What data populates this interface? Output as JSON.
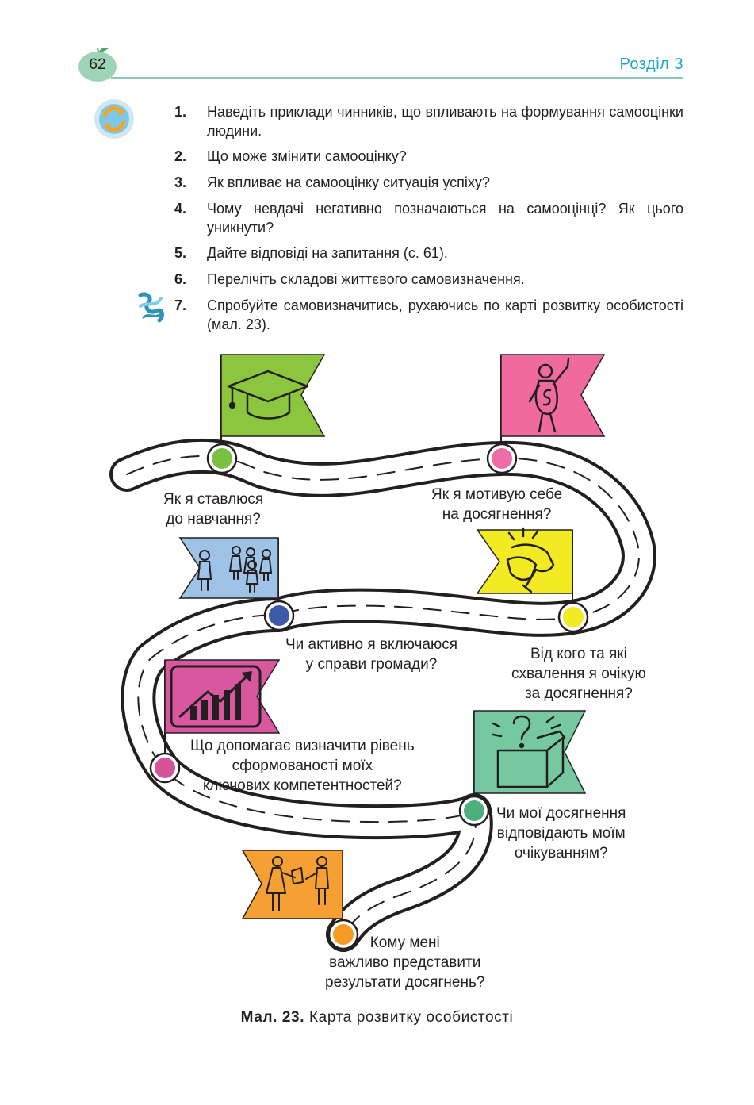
{
  "header": {
    "page_number": "62",
    "section": "Розділ 3"
  },
  "questions": [
    {
      "num": "1.",
      "text": "Наведіть приклади чинників, що впливають на формування самооцінки людини."
    },
    {
      "num": "2.",
      "text": "Що може змінити самооцінку?"
    },
    {
      "num": "3.",
      "text": "Як впливає на самооцінку ситуація успіху?"
    },
    {
      "num": "4.",
      "text": "Чому невдачі негативно позначаються на самооцінці? Як цього уникнути?"
    },
    {
      "num": "5.",
      "text": "Дайте відповіді на запитання (с. 61)."
    },
    {
      "num": "6.",
      "text": "Перелічіть складові життєвого самовизначення."
    },
    {
      "num": "7.",
      "text": "Спробуйте самовизначитись, рухаючись по карті розвитку особистості (мал. 23)."
    }
  ],
  "map": {
    "stops": [
      {
        "color": "#7ac143",
        "lines": [
          "Як я ставлюся",
          "до навчання?"
        ],
        "icon": "graduation-cap-icon"
      },
      {
        "color": "#ee6da6",
        "lines": [
          "Як я мотивую себе",
          "на досягнення?"
        ],
        "icon": "superhero-person-icon"
      },
      {
        "color": "#f2ea22",
        "lines": [
          "Від кого та які",
          "схвалення я очікую",
          "за досягнення?"
        ],
        "icon": "clapping-hands-icon"
      },
      {
        "color": "#3d5aa8",
        "lines": [
          "Чи активно я включаюся",
          "у справи громади?"
        ],
        "icon": "community-people-icon"
      },
      {
        "color": "#d4539b",
        "lines": [
          "Що допомагає визначити рівень",
          "сформованості моїх",
          "ключових компетентностей?"
        ],
        "icon": "growth-chart-icon"
      },
      {
        "color": "#4caf7d",
        "lines": [
          "Чи мої досягнення",
          "відповідають моїм",
          "очікуванням?"
        ],
        "icon": "question-box-icon"
      },
      {
        "color": "#f59a23",
        "lines": [
          "Кому мені",
          "важливо представити",
          "результати досягнень?"
        ],
        "icon": "presenting-people-icon"
      }
    ]
  },
  "caption": {
    "label": "Мал. 23.",
    "text": "Карта розвитку особистості"
  }
}
